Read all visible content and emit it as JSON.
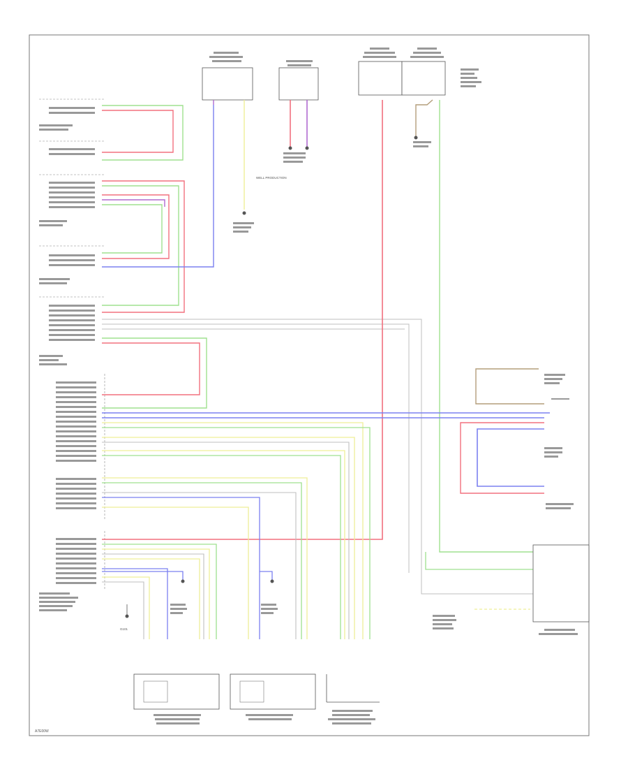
{
  "diagram": {
    "footer_code": "A7E00W",
    "colors": {
      "red": "#f2707e",
      "green": "#9fe08f",
      "blue": "#7b80f0",
      "yellow": "#efef98",
      "gray": "#bfbfbf",
      "violet": "#b06ad0",
      "brown": "#b39d7a"
    },
    "notes": {
      "ground_note": "G101",
      "splice_note": "WELL PRODUCTION"
    }
  }
}
